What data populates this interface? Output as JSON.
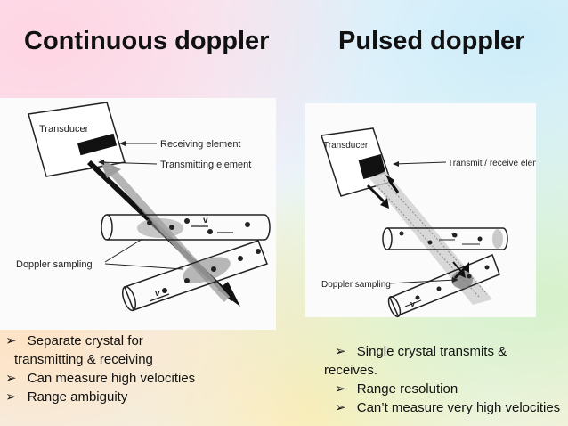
{
  "titles": {
    "left": "Continuous doppler",
    "right": "Pulsed doppler"
  },
  "left_diagram": {
    "transducer": "Transducer",
    "receiving": "Receiving element",
    "transmitting": "Transmitting element",
    "sampling": "Doppler sampling",
    "v": "v"
  },
  "right_diagram": {
    "transducer": "Transducer",
    "element": "Transmit / receive element",
    "sampling": "Doppler sampling",
    "v": "v"
  },
  "bullets_left": [
    {
      "line1": "Separate  crystal for",
      "line2": "transmitting & receiving"
    },
    {
      "line1": "Can measure high velocities"
    },
    {
      "line1": "Range ambiguity"
    }
  ],
  "bullets_right": [
    {
      "line1": "Single crystal transmits &",
      "line2": "receives."
    },
    {
      "line1": "Range resolution"
    },
    {
      "line1": "Can’t measure very high velocities"
    }
  ],
  "icons": {
    "bullet": "arrowhead-bullet-icon"
  }
}
